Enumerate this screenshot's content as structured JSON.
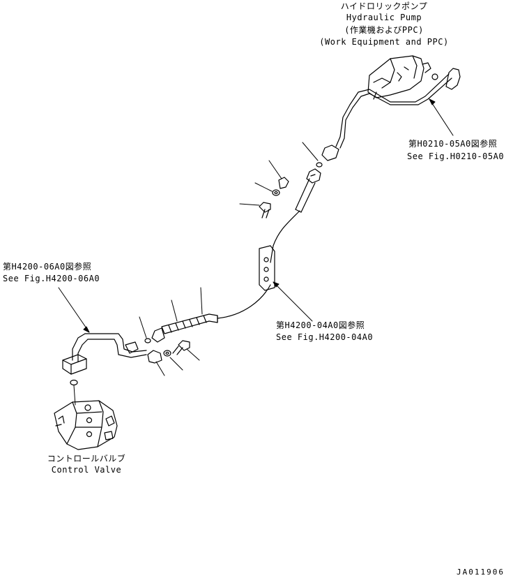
{
  "pump": {
    "jp": "ハイドロリックポンプ",
    "en": "Hydraulic Pump",
    "sub_jp": "(作業機およびPPC)",
    "sub_en": "(Work Equipment and PPC)"
  },
  "ref_h0210": {
    "jp": "第H0210-05A0図参照",
    "en": "See Fig.H0210-05A0"
  },
  "ref_h4200_06": {
    "jp": "第H4200-06A0図参照",
    "en": "See Fig.H4200-06A0"
  },
  "ref_h4200_04": {
    "jp": "第H4200-04A0図参照",
    "en": "See Fig.H4200-04A0"
  },
  "valve": {
    "jp": "コントロールバルブ",
    "en": "Control Valve"
  },
  "drawing_code": "JA011906"
}
